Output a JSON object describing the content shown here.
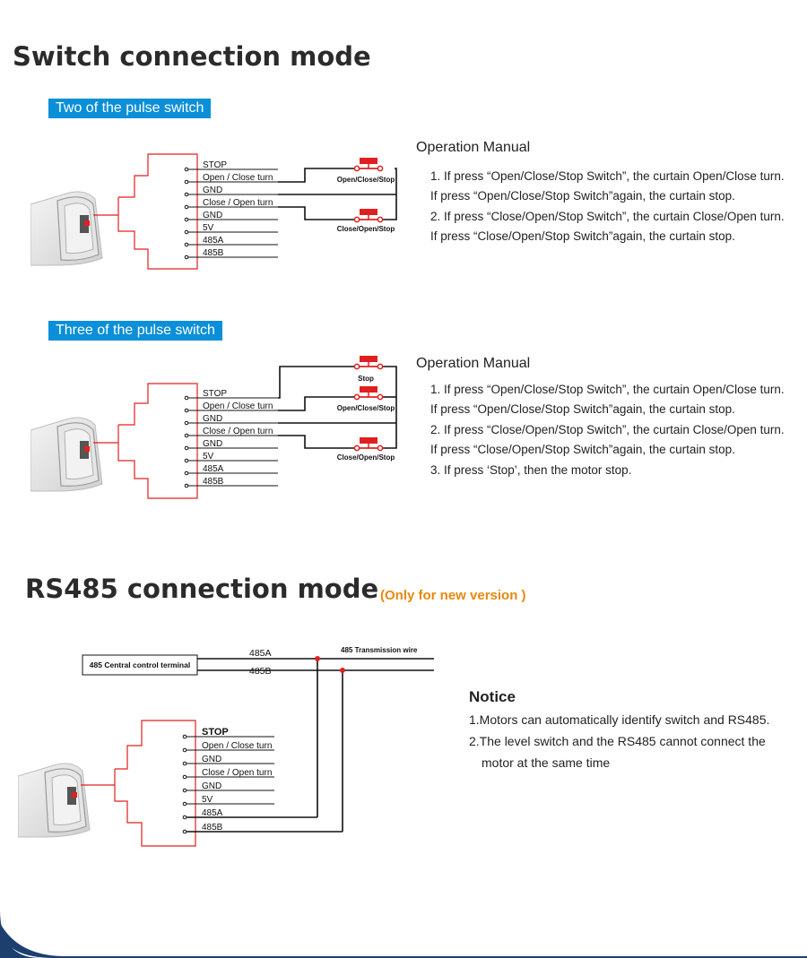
{
  "section1": {
    "title": "Switch connection mode",
    "diagram1": {
      "badge": "Two of the pulse switch",
      "terminals": [
        "STOP",
        "Open / Close turn",
        "GND",
        "Close / Open turn",
        "GND",
        "5V",
        "485A",
        "485B"
      ],
      "switch_labels": [
        "Open/Close/Stop",
        "Close/Open/Stop"
      ],
      "manual": {
        "title": "Operation Manual",
        "steps": [
          "1. If  press “Open/Close/Stop Switch”, the curtain Open/Close turn.",
          "If  press “Open/Close/Stop Switch”again, the curtain stop.",
          "2. If  press “Close/Open/Stop Switch”, the curtain Close/Open turn.",
          "If  press “Close/Open/Stop Switch”again, the curtain stop."
        ]
      }
    },
    "diagram2": {
      "badge": "Three of the pulse switch",
      "terminals": [
        "STOP",
        "Open / Close turn",
        "GND",
        "Close / Open turn",
        "GND",
        "5V",
        "485A",
        "485B"
      ],
      "switch_labels": [
        "Stop",
        "Open/Close/Stop",
        "Close/Open/Stop"
      ],
      "manual": {
        "title": "Operation Manual",
        "steps": [
          "1. If  press “Open/Close/Stop Switch”, the curtain Open/Close turn.",
          "If  press “Open/Close/Stop Switch”again, the curtain stop.",
          "2. If  press “Close/Open/Stop Switch”, the curtain Close/Open turn.",
          "If  press “Close/Open/Stop Switch”again, the curtain stop.",
          "3. If press ‘Stop’, then the motor stop."
        ]
      }
    }
  },
  "section2": {
    "title": "RS485 connection mode",
    "note": "(Only  for new version )",
    "diagram": {
      "terminal_box": "485 Central control terminal",
      "bus_labels": [
        "485A",
        "485B"
      ],
      "wire_label": "485 Transmission wire",
      "terminals": [
        "STOP",
        "Open / Close turn",
        "GND",
        "Close / Open turn",
        "GND",
        "5V",
        "485A",
        "485B"
      ]
    },
    "notice": {
      "title": "Notice",
      "lines": [
        "1.Motors can automatically identify switch and RS485.",
        "2.The level switch and the RS485 cannot connect the",
        "motor at the same time"
      ]
    }
  },
  "colors": {
    "badge": "#0a8fd8",
    "accent_red": "#e02020",
    "note_orange": "#e8890c",
    "bottom_bar": "#1c3f6e"
  }
}
